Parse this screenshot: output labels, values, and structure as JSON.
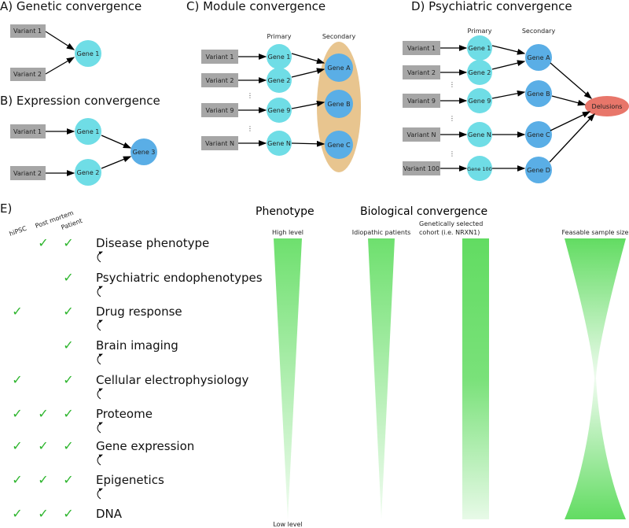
{
  "panels": {
    "a": {
      "title": "A) Genetic convergence",
      "variants": [
        "Variant 1",
        "Variant 2"
      ],
      "gene": "Gene 1"
    },
    "b": {
      "title": "B) Expression convergence",
      "variants": [
        "Variant 1",
        "Variant 2"
      ],
      "primary": [
        "Gene 1",
        "Gene 2"
      ],
      "secondary": "Gene 3"
    },
    "c": {
      "title": "C) Module convergence",
      "primary_label": "Primary",
      "secondary_label": "Secondary",
      "variants": [
        "Variant 1",
        "Variant 2",
        "Variant 9",
        "Variant N"
      ],
      "primary": [
        "Gene 1",
        "Gene 2",
        "Gene 9",
        "Gene N"
      ],
      "secondary": [
        "Gene A",
        "Gene B",
        "Gene C"
      ],
      "ellipsis": "⋮"
    },
    "d": {
      "title": "D) Psychiatric convergence",
      "primary_label": "Primary",
      "secondary_label": "Secondary",
      "variants": [
        "Variant 1",
        "Variant 2",
        "Variant 9",
        "Variant N",
        "Variant 100"
      ],
      "primary": [
        "Gene 1",
        "Gene 2",
        "Gene 9",
        "Gene N",
        "Gene 100"
      ],
      "secondary": [
        "Gene A",
        "Gene B",
        "Gene C",
        "Gene D"
      ],
      "outcome": "Delusions",
      "ellipsis": "⋮"
    },
    "e": {
      "title": "E)",
      "columns": [
        "hiPSC",
        "Post mortem",
        "Patient"
      ],
      "check": "✓",
      "rows": [
        {
          "label": "Disease phenotype",
          "checks": [
            false,
            true,
            true
          ]
        },
        {
          "label": "Psychiatric endophenotypes",
          "checks": [
            false,
            false,
            true
          ]
        },
        {
          "label": "Drug response",
          "checks": [
            true,
            false,
            true
          ]
        },
        {
          "label": "Brain imaging",
          "checks": [
            false,
            false,
            true
          ]
        },
        {
          "label": "Cellular electrophysiology",
          "checks": [
            true,
            false,
            true
          ]
        },
        {
          "label": "Proteome",
          "checks": [
            true,
            true,
            true
          ]
        },
        {
          "label": "Gene expression",
          "checks": [
            true,
            true,
            true
          ]
        },
        {
          "label": "Epigenetics",
          "checks": [
            true,
            true,
            true
          ]
        },
        {
          "label": "DNA",
          "checks": [
            true,
            true,
            true
          ]
        }
      ],
      "phenotype_heading": "Phenotype",
      "bio_heading": "Biological convergence",
      "high_level": "High level",
      "low_level": "Low level",
      "idiopathic": "Idiopathic patients",
      "genetic_cohort": [
        "Genetically selected",
        "cohort (i.e. NRXN1)"
      ],
      "sample_size": "Feasable sample size"
    }
  },
  "colors": {
    "variant": "#a6a6a6",
    "primary_gene": "#6fdde6",
    "secondary_gene": "#5aaee6",
    "module": "#e8c58f",
    "outcome": "#e8766a",
    "check": "#2db52d",
    "gradient": "#6ee06e"
  }
}
